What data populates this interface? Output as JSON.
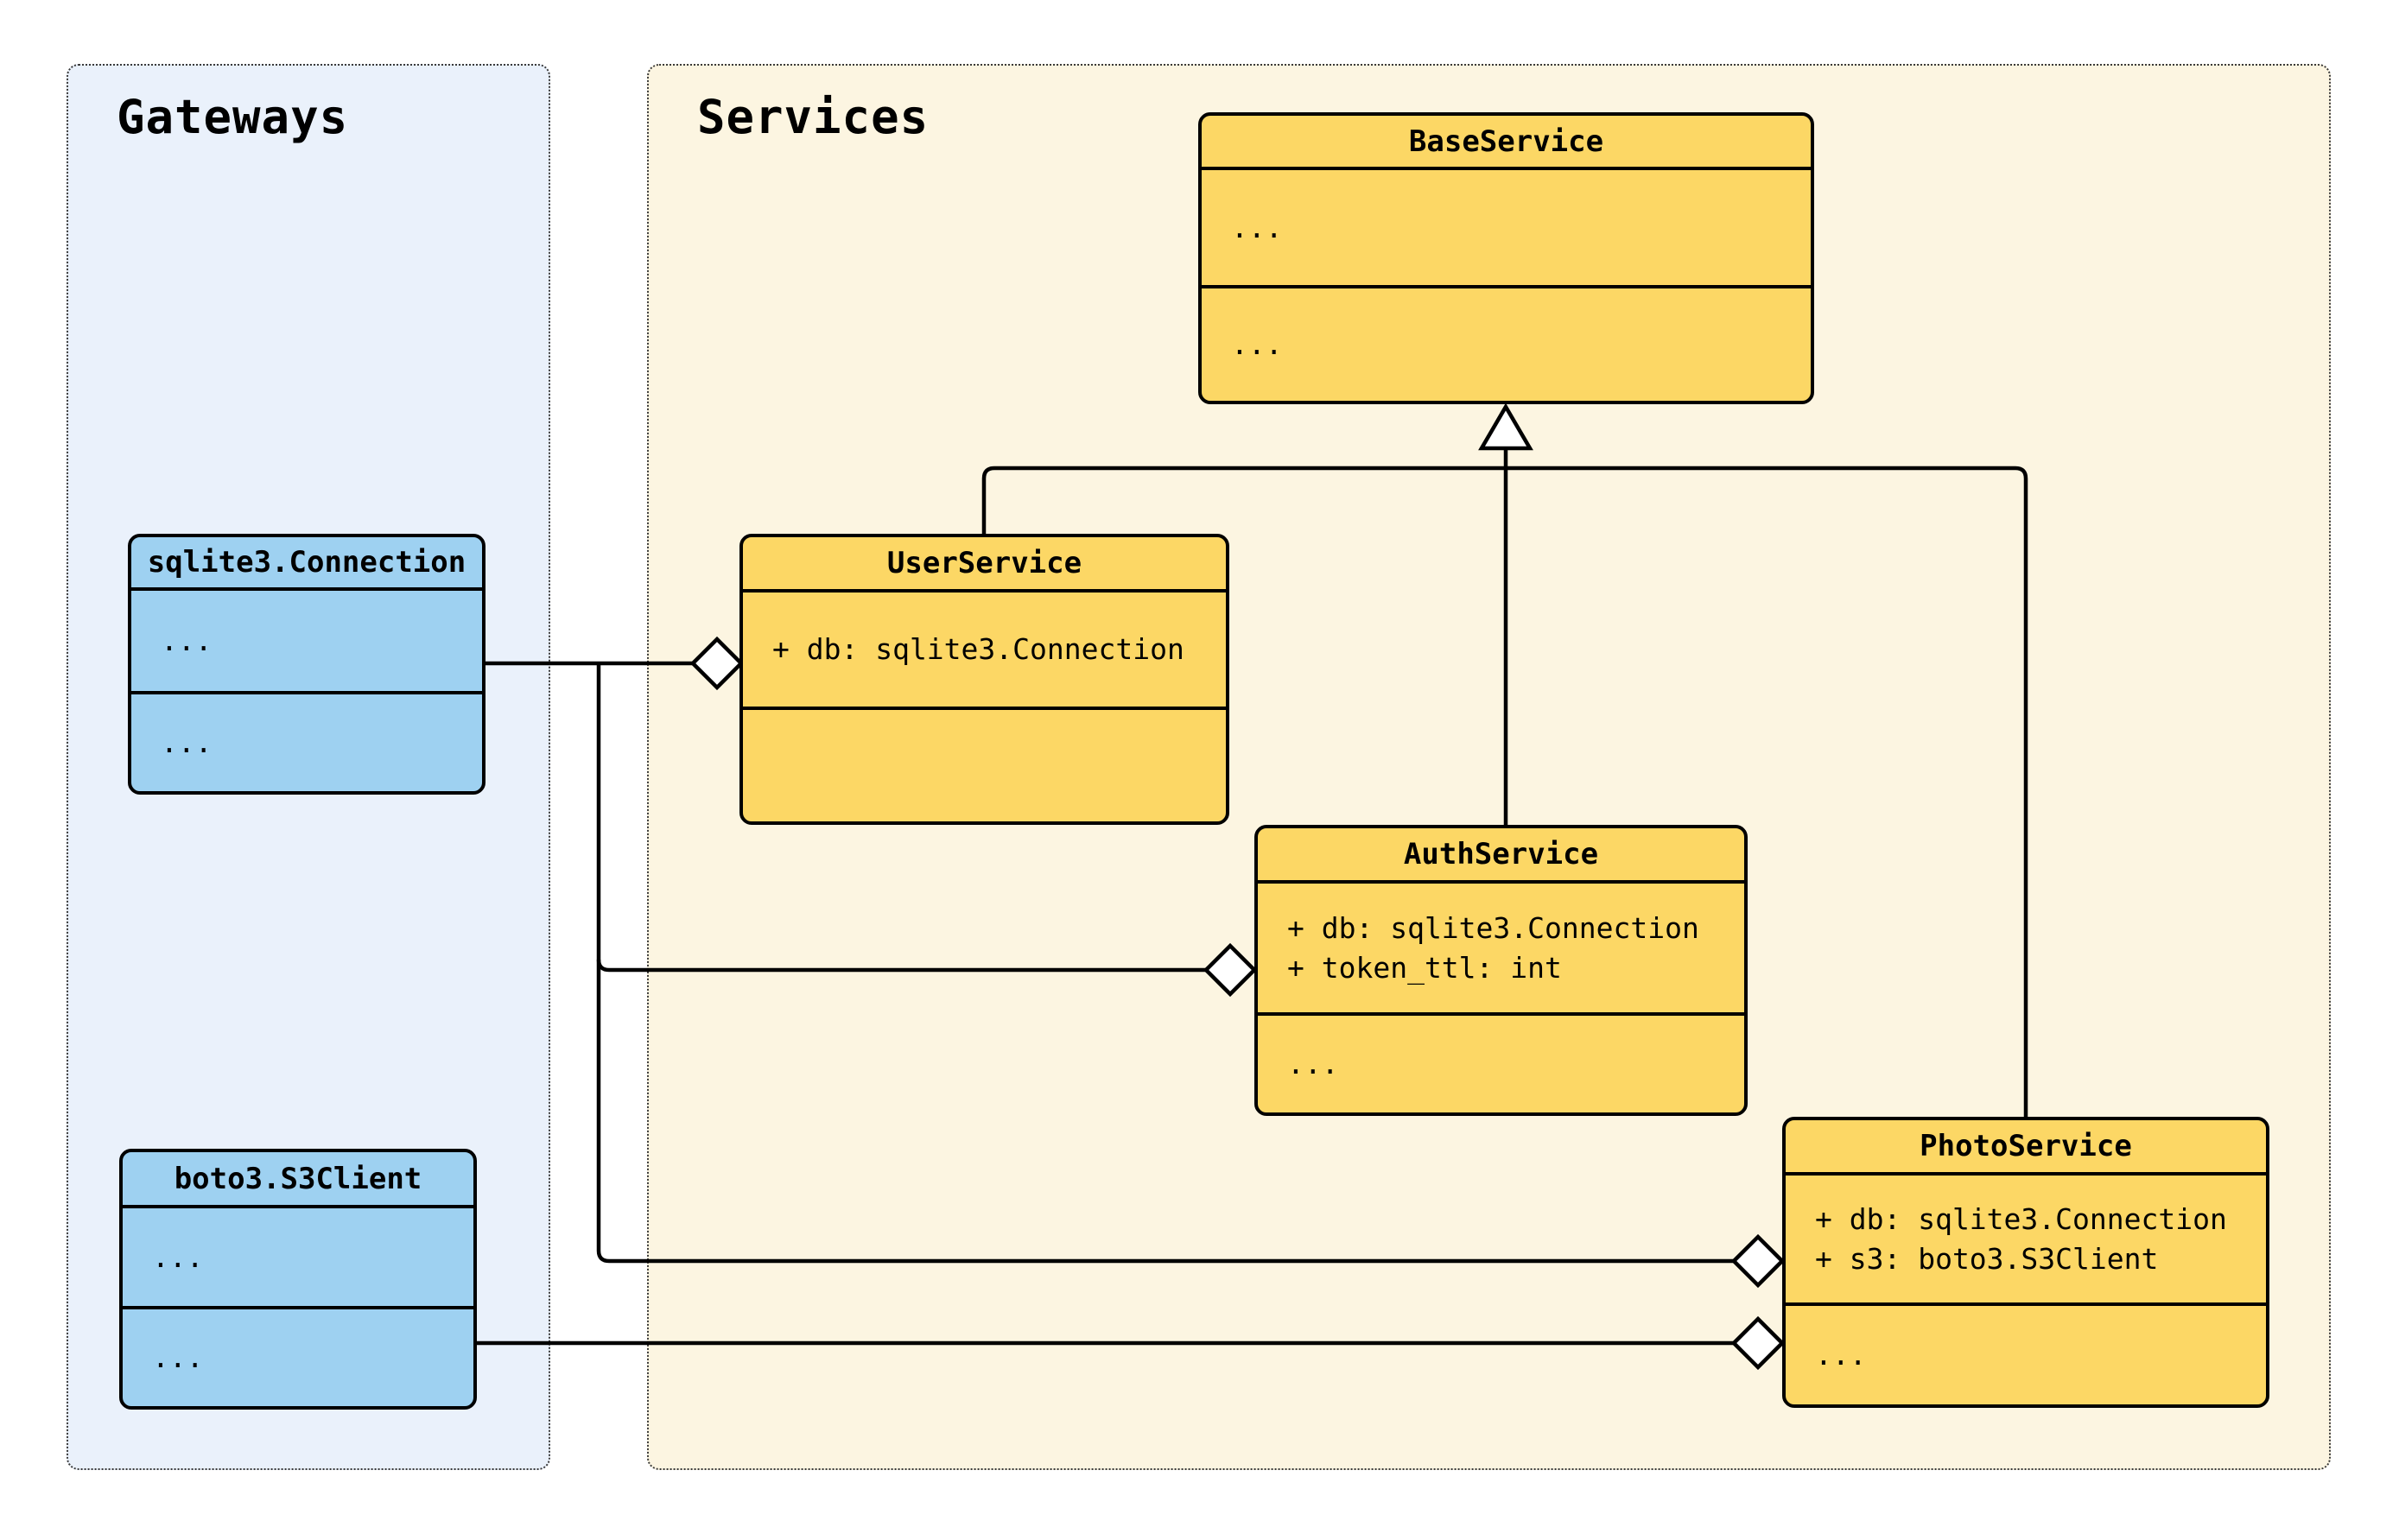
{
  "theme": {
    "page_bg": "#ffffff",
    "gateways_bg": "#eaf1fb",
    "services_bg": "#fcf5e1",
    "class_yellow_bg": "#fcd765",
    "class_blue_bg": "#9ed1f1",
    "line_color": "#000000",
    "text_color": "#000000",
    "panel_border_color": "#3a3a3a",
    "marker_fill": "#ffffff"
  },
  "groups": {
    "gateways": {
      "title": "Gateways"
    },
    "services": {
      "title": "Services"
    }
  },
  "classes": {
    "base_service": {
      "title": "BaseService",
      "attrs": [
        "..."
      ],
      "methods": [
        "..."
      ]
    },
    "user_service": {
      "title": "UserService",
      "attrs": [
        "+ db: sqlite3.Connection"
      ],
      "methods": []
    },
    "auth_service": {
      "title": "AuthService",
      "attrs": [
        "+ db: sqlite3.Connection",
        "+ token_ttl: int"
      ],
      "methods": [
        "..."
      ]
    },
    "photo_service": {
      "title": "PhotoService",
      "attrs": [
        "+ db: sqlite3.Connection",
        "+ s3: boto3.S3Client"
      ],
      "methods": [
        "..."
      ]
    },
    "sqlite_connection": {
      "title": "sqlite3.Connection",
      "attrs": [
        "..."
      ],
      "methods": [
        "..."
      ]
    },
    "boto3_s3client": {
      "title": "boto3.S3Client",
      "attrs": [
        "..."
      ],
      "methods": [
        "..."
      ]
    }
  },
  "relations": [
    {
      "type": "inheritance",
      "from": "UserService",
      "to": "BaseService"
    },
    {
      "type": "inheritance",
      "from": "AuthService",
      "to": "BaseService"
    },
    {
      "type": "inheritance",
      "from": "PhotoService",
      "to": "BaseService"
    },
    {
      "type": "aggregation",
      "from": "sqlite3.Connection",
      "to": "UserService"
    },
    {
      "type": "aggregation",
      "from": "sqlite3.Connection",
      "to": "AuthService"
    },
    {
      "type": "aggregation",
      "from": "sqlite3.Connection",
      "to": "PhotoService"
    },
    {
      "type": "aggregation",
      "from": "boto3.S3Client",
      "to": "PhotoService"
    }
  ]
}
